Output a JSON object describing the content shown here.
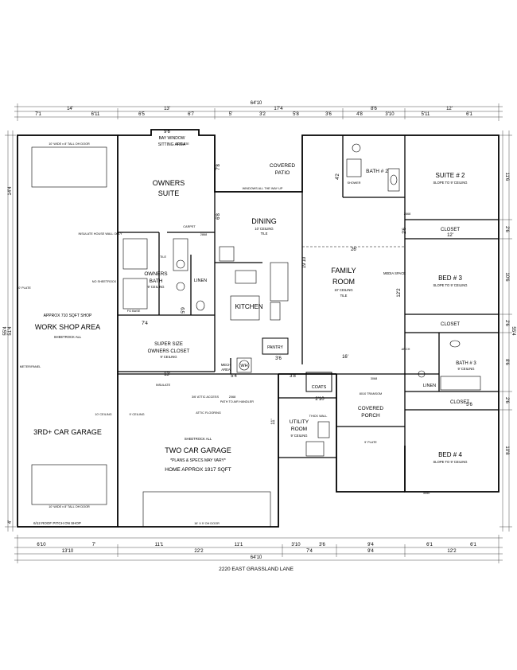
{
  "address": "2220 EAST GRASSLAND LANE",
  "dims_top_overall": "64'10",
  "dims_top_row1": [
    "14'",
    "13'",
    "17'4",
    "8'6",
    "12'"
  ],
  "dims_top_row2": [
    "7'1",
    "6'11",
    "6'5",
    "6'7",
    "5'",
    "3'2",
    "5'8",
    "3'6",
    "4'8",
    "3'10",
    "5'11",
    "6'1"
  ],
  "dims_bottom_row1": [
    "6'10",
    "7'",
    "11'1",
    "11'1",
    "3'10",
    "3'6",
    "9'4",
    "6'1",
    "6'1"
  ],
  "dims_bottom_row2": [
    "13'10",
    "22'2",
    "7'4",
    "9'4",
    "12'2"
  ],
  "dims_bottom_overall": "64'10",
  "dims_left_overall": "55'4",
  "dims_left_row": [
    "14'4",
    "51'4",
    "4'"
  ],
  "dims_right_overall": "55'4",
  "dims_right_row": [
    "11'6",
    "2'6",
    "10'6",
    "2'6",
    "8'6",
    "2'6",
    "10'8"
  ],
  "rooms": {
    "bay_window": "BAY WINDOW",
    "sitting_area": "SITTING AREA",
    "owners_suite_1": "OWNERS",
    "owners_suite_2": "SUITE",
    "covered_patio_1": "COVERED",
    "covered_patio_2": "PATIO",
    "dining": "DINING",
    "dining_sub": "10' CEILING",
    "dining_tile": "TILE",
    "family_room_1": "FAMILY",
    "family_room_2": "ROOM",
    "family_sub": "10' CEILING",
    "family_tile": "TILE",
    "kitchen": "KITCHEN",
    "pantry": "PANTRY",
    "owners_bath_1": "OWNERS",
    "owners_bath_2": "BATH",
    "owners_bath_sub": "9' CEILING",
    "linen": "LINEN",
    "closet_1": "SUPER SIZE",
    "closet_2": "OWNERS CLOSET",
    "closet_sub": "9' CEILING",
    "bath2": "BATH # 2",
    "suite2": "SUITE # 2",
    "suite2_sub": "SLOPE TO 9' CEILING",
    "closet_s2": "CLOSET",
    "bed3": "BED # 3",
    "bed3_sub": "SLOPE TO 9' CEILING",
    "closet_b3": "CLOSET",
    "bath3": "BATH # 3",
    "bath3_sub": "9' CEILING",
    "linen2": "LINEN",
    "closet_b4": "CLOSET",
    "bed4": "BED # 4",
    "bed4_sub": "SLOPE TO 9' CEILING",
    "coats": "COATS",
    "covered_porch_1": "COVERED",
    "covered_porch_2": "PORCH",
    "utility_1": "UTILITY",
    "utility_2": "ROOM",
    "utility_sub": "9' CEILING",
    "mech": "MECH",
    "mech_sub": "AREA",
    "wh": "WH",
    "shop_note": "APPROX 710 SQFT SHOP",
    "workshop": "WORK SHOP AREA",
    "workshop_sub": "SHEETROCK ALL",
    "third_garage": "3RD+ CAR GARAGE",
    "two_garage": "TWO CAR GARAGE",
    "garage_sheetrock": "SHEETROCK ALL",
    "plans_note": "*PLANS & SPECS MAY VARY*",
    "home_sqft": "HOME APPROX 1917 SQFT"
  },
  "notes": {
    "shop_door_top": "10' WIDE x 8' TALL OH DOOR",
    "shop_door_bottom": "10' WIDE x 8' TALL OH DOOR",
    "roof_pitch": "6/12 ROOF PITCH ON SHOP",
    "garage_door": "16' X 9' OH DOOR",
    "insulate_wall": "INSULATE HOUSE WALL ONLY",
    "no_sheetrock": "NO SHEETROCK",
    "meter": "METER/PANEL",
    "attic_access": "3/6' ATTIC ACCESS",
    "attic_flooring": "ATTIC FLOORING",
    "path_handler": "PATH TO AIR HANDLER",
    "windows_all": "WINDOWS ALL THE WAY UP",
    "thick_wall": "THICK WALL",
    "transom": "8010 TRANSOM",
    "media_space": "MEDIA SPACE",
    "ceiling_10": "10' CEILING",
    "ceiling_9": "9' CEILING",
    "insulate": "INSULATE",
    "plate_8": "8' PLATE",
    "plate_9": "9' PLATE",
    "plate_10": "10' PLATE",
    "carpet": "CARPET",
    "tile": "TILE",
    "shower": "SHOWER",
    "fg_base": "FG BASE",
    "door_2868": "2868",
    "door_2068": "2068",
    "door_3068": "3068",
    "door_2668": "2668",
    "door_3050": "3050",
    "arch": "ARCH"
  },
  "small_dims": {
    "d_9_6": "9'6",
    "d_26": "26'",
    "d_19_10": "19'10",
    "d_16": "16'",
    "d_13": "13'",
    "d_12": "12'",
    "d_7_4": "7'4",
    "d_5_4": "5'4",
    "d_3_8": "3'8",
    "d_2_10": "2'10",
    "d_3_6": "3'6",
    "d_5_6": "5'6",
    "d_11": "11'",
    "d_12_2": "12'2",
    "d_7_8": "7'8",
    "d_6_8": "6'8",
    "d_4_2": "4'2",
    "d_5_9": "5'9",
    "d_2_6": "2'6"
  }
}
